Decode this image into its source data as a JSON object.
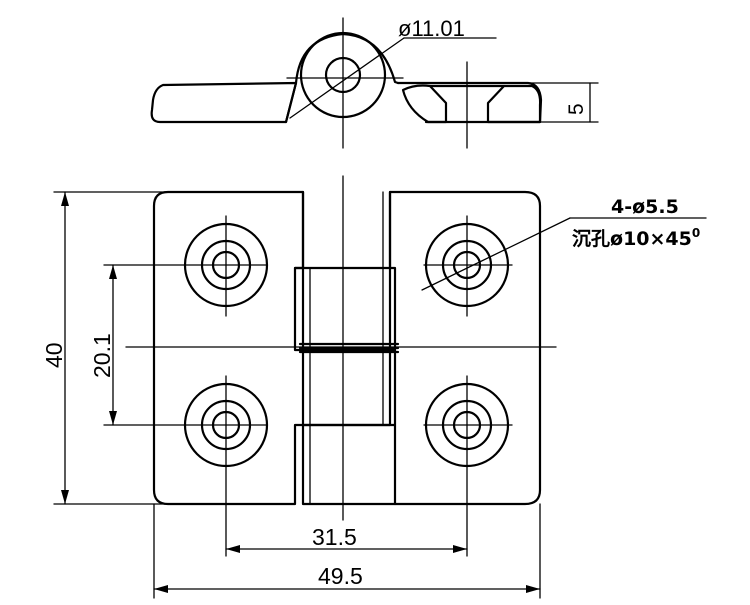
{
  "dimensions": {
    "pin_diameter": "ø11.01",
    "thickness": "5",
    "height_total": "40",
    "hole_spacing_vertical": "20.1",
    "hole_spacing_horizontal": "31.5",
    "width_total": "49.5"
  },
  "callout": {
    "hole_count_size": "4-ø5.5",
    "countersink_prefix": "沉孔",
    "countersink_value": "ø10×45",
    "countersink_degree": "0"
  }
}
